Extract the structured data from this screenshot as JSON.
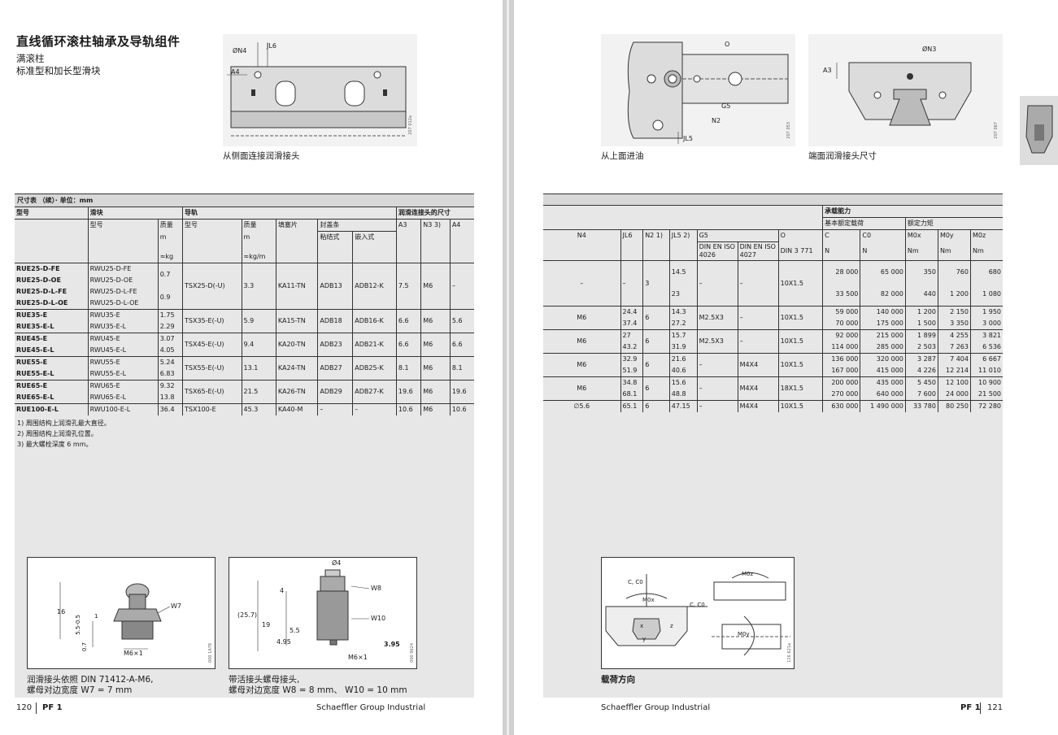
{
  "left": {
    "title": "直线循环滚柱轴承及导轨组件",
    "subtitle1": "满滚柱",
    "subtitle2": "标准型和加长型滑块",
    "fig_side": {
      "caption": "从侧面连接润滑接头",
      "ref": "207 012a",
      "labels": [
        "ØN4",
        "JL6",
        "A4"
      ]
    },
    "table_head": "尺寸表 （续）· 单位：mm",
    "cols": {
      "type": "型号",
      "slider": "滑块",
      "slider_type": "型号",
      "mass": "质量",
      "m": "m",
      "kg": "≈kg",
      "rail": "导轨",
      "rail_type": "型号",
      "rail_mass": "质量",
      "rail_m": "m",
      "kgm": "≈kg/m",
      "filler": "填塞片",
      "seal": "封盖条",
      "glued": "粘结式",
      "embed": "嵌入式",
      "lube": "润滑连接头的尺寸",
      "A3": "A3",
      "N3": "N3 3)",
      "A4": "A4"
    },
    "rows": [
      {
        "t": "RUE25-D-FE",
        "s": "RWU25-D-FE"
      },
      {
        "t": "RUE25-D-OE",
        "s": "RWU25-D-OE"
      },
      {
        "t": "RUE25-D-L-FE",
        "s": "RWU25-D-L-FE"
      },
      {
        "t": "RUE25-D-L-OE",
        "s": "RWU25-D-L-OE"
      },
      {
        "t": "RUE35-E",
        "s": "RWU35-E",
        "m": "1.75"
      },
      {
        "t": "RUE35-E-L",
        "s": "RWU35-E-L",
        "m": "2.29"
      },
      {
        "t": "RUE45-E",
        "s": "RWU45-E",
        "m": "3.07"
      },
      {
        "t": "RUE45-E-L",
        "s": "RWU45-E-L",
        "m": "4.05"
      },
      {
        "t": "RUE55-E",
        "s": "RWU55-E",
        "m": "5.24"
      },
      {
        "t": "RUE55-E-L",
        "s": "RWU55-E-L",
        "m": "6.83"
      },
      {
        "t": "RUE65-E",
        "s": "RWU65-E",
        "m": "9.32"
      },
      {
        "t": "RUE65-E-L",
        "s": "RWU65-E-L",
        "m": "13.8"
      },
      {
        "t": "RUE100-E-L",
        "s": "RWU100-E-L",
        "m": "36.4"
      }
    ],
    "m25a": "0.7",
    "m25b": "0.9",
    "groups": [
      {
        "rail": "TSX25-D(-U)",
        "rm": "3.3",
        "fill": "KA11-TN",
        "g": "ADB13",
        "e": "ADB12-K",
        "a3": "7.5",
        "n3": "M6",
        "a4": "–"
      },
      {
        "rail": "TSX35-E(-U)",
        "rm": "5.9",
        "fill": "KA15-TN",
        "g": "ADB18",
        "e": "ADB16-K",
        "a3": "6.6",
        "n3": "M6",
        "a4": "5.6"
      },
      {
        "rail": "TSX45-E(-U)",
        "rm": "9.4",
        "fill": "KA20-TN",
        "g": "ADB23",
        "e": "ADB21-K",
        "a3": "6.6",
        "n3": "M6",
        "a4": "6.6"
      },
      {
        "rail": "TSX55-E(-U)",
        "rm": "13.1",
        "fill": "KA24-TN",
        "g": "ADB27",
        "e": "ADB25-K",
        "a3": "8.1",
        "n3": "M6",
        "a4": "8.1"
      },
      {
        "rail": "TSX65-E(-U)",
        "rm": "21.5",
        "fill": "KA26-TN",
        "g": "ADB29",
        "e": "ADB27-K",
        "a3": "19.6",
        "n3": "M6",
        "a4": "19.6"
      },
      {
        "rail": "TSX100-E",
        "rm": "45.3",
        "fill": "KA40-M",
        "g": "–",
        "e": "–",
        "a3": "10.6",
        "n3": "M6",
        "a4": "10.6"
      }
    ],
    "footnotes": [
      "1) 周围结构上润滑孔最大直径。",
      "2) 周围结构上润滑孔位置。",
      "3) 最大螺栓深度 6 mm。"
    ],
    "fig_w7": {
      "caption1": "润滑接头依照 DIN 71412-A-M6,",
      "caption2": "螺母对边宽度 W7 = 7 mm",
      "ref": "000 1A78",
      "labels": [
        "16",
        "5.5-0.5",
        "1",
        "0.7",
        "W7",
        "M6×1"
      ]
    },
    "fig_w8": {
      "caption1": "带活接头螺母接头,",
      "caption2": "螺母对边宽度 W8 = 8 mm、 W10 = 10 mm",
      "ref": "000 9624",
      "labels": [
        "Ø4",
        "4",
        "W8",
        "(25.7)",
        "19",
        "W10",
        "5.5",
        "4.95",
        "3.95",
        "M6×1"
      ]
    },
    "page_no": "120",
    "section": "PF 1",
    "company": "Schaeffler Group Industrial"
  },
  "right": {
    "fig_top": {
      "caption": "从上面进油",
      "ref": "207 053",
      "labels": [
        "O",
        "G5",
        "N2",
        "JL5"
      ]
    },
    "fig_end": {
      "caption": "端面润滑接头尺寸",
      "ref": "207 067",
      "labels": [
        "ØN3",
        "A3"
      ]
    },
    "cols": {
      "N4": "N4",
      "JL6": "JL6",
      "N2": "N2 1)",
      "JL5": "JL5 2)",
      "G5": "G5",
      "din4026": "DIN EN ISO 4026",
      "din4027": "DIN EN ISO 4027",
      "O": "O",
      "din3771": "DIN 3 771",
      "cap": "承载能力",
      "basic": "基本额定载荷",
      "moment": "额定力矩",
      "C": "C",
      "C0": "C0",
      "M0x": "M0x",
      "M0y": "M0y",
      "M0z": "M0z",
      "N": "N",
      "Nm": "Nm"
    },
    "groups": [
      {
        "n4": "–",
        "jl6": [
          "–"
        ],
        "n2": "3",
        "jl5": [
          "14.5",
          "23"
        ],
        "g4026": "–",
        "g4027": "–",
        "o": "10X1.5",
        "C": [
          "28 000",
          "33 500"
        ],
        "C0": [
          "65 000",
          "82 000"
        ],
        "mx": [
          "350",
          "440"
        ],
        "my": [
          "760",
          "1 200"
        ],
        "mz": [
          "680",
          "1 080"
        ]
      },
      {
        "n4": "M6",
        "jl6": [
          "24.4",
          "37.4"
        ],
        "n2": "6",
        "jl5": [
          "14.3",
          "27.2"
        ],
        "g4026": "M2.5X3",
        "g4027": "–",
        "o": "10X1.5",
        "C": [
          "59 000",
          "70 000"
        ],
        "C0": [
          "140 000",
          "175 000"
        ],
        "mx": [
          "1 200",
          "1 500"
        ],
        "my": [
          "2 150",
          "3 350"
        ],
        "mz": [
          "1 950",
          "3 000"
        ]
      },
      {
        "n4": "M6",
        "jl6": [
          "27",
          "43.2"
        ],
        "n2": "6",
        "jl5": [
          "15.7",
          "31.9"
        ],
        "g4026": "M2.5X3",
        "g4027": "–",
        "o": "10X1.5",
        "C": [
          "92 000",
          "114 000"
        ],
        "C0": [
          "215 000",
          "285 000"
        ],
        "mx": [
          "1 899",
          "2 503"
        ],
        "my": [
          "4 255",
          "7 263"
        ],
        "mz": [
          "3 821",
          "6 536"
        ]
      },
      {
        "n4": "M6",
        "jl6": [
          "32.9",
          "51.9"
        ],
        "n2": "6",
        "jl5": [
          "21.6",
          "40.6"
        ],
        "g4026": "–",
        "g4027": "M4X4",
        "o": "10X1.5",
        "C": [
          "136 000",
          "167 000"
        ],
        "C0": [
          "320 000",
          "415 000"
        ],
        "mx": [
          "3 287",
          "4 226"
        ],
        "my": [
          "7 404",
          "12 214"
        ],
        "mz": [
          "6 667",
          "11 010"
        ]
      },
      {
        "n4": "M6",
        "jl6": [
          "34.8",
          "68.1"
        ],
        "n2": "6",
        "jl5": [
          "15.6",
          "48.8"
        ],
        "g4026": "–",
        "g4027": "M4X4",
        "o": "18X1.5",
        "C": [
          "200 000",
          "270 000"
        ],
        "C0": [
          "435 000",
          "640 000"
        ],
        "mx": [
          "5 450",
          "7 600"
        ],
        "my": [
          "12 100",
          "24 000"
        ],
        "mz": [
          "10 900",
          "21 500"
        ]
      },
      {
        "n4": "∅5.6",
        "jl6": [
          "65.1"
        ],
        "n2": "6",
        "jl5": [
          "47.15"
        ],
        "g4026": "–",
        "g4027": "M4X4",
        "o": "10X1.5",
        "C": [
          "630 000"
        ],
        "C0": [
          "1 490 000"
        ],
        "mx": [
          "33 780"
        ],
        "my": [
          "80 250"
        ],
        "mz": [
          "72 280"
        ]
      }
    ],
    "fig_load": {
      "caption": "载荷方向",
      "ref": "126 621a",
      "labels": [
        "C, C0",
        "M0x",
        "C, C0",
        "M0z",
        "M0y",
        "x",
        "y",
        "z"
      ]
    },
    "page_no": "121",
    "section": "PF 1",
    "company": "Schaeffler Group Industrial"
  }
}
